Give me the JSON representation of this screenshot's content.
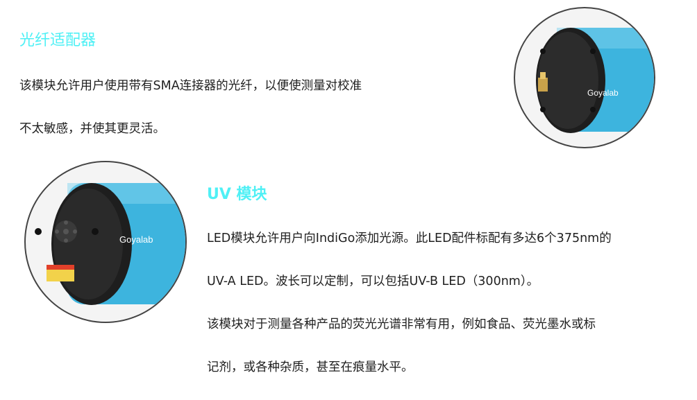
{
  "sections": [
    {
      "title": "光纤适配器",
      "body": [
        "该模块允许用户使用带有SMA连接器的光纤，以便使测量对校准",
        "不太敏感，并使其更灵活。"
      ],
      "image_logo": "Goyalab"
    },
    {
      "title": "UV 模块",
      "body": [
        "LED模块允许用户向IndiGo添加光源。此LED配件标配有多达6个375nm的",
        "UV-A LED。波长可以定制，可以包括UV-B LED（300nm）。",
        "该模块对于测量各种产品的荧光光谱非常有用，例如食品、荧光墨水或标",
        "记剂，或各种杂质，甚至在痕量水平。"
      ],
      "image_logo": "Goyalab"
    }
  ],
  "colors": {
    "title": "#4ff0f5",
    "device_body": "#3db4de",
    "device_cap": "#222222"
  }
}
